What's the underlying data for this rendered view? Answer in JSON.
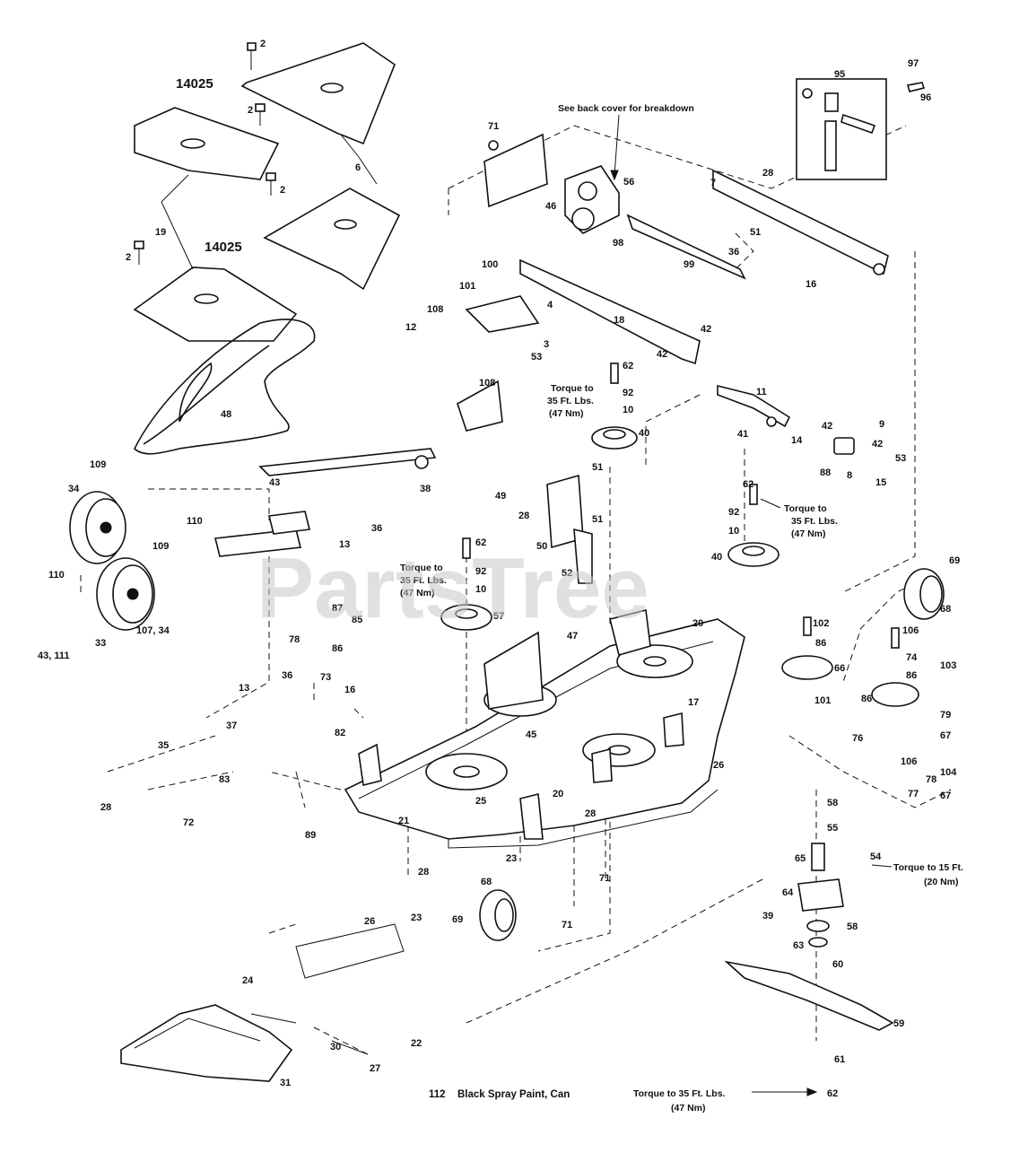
{
  "watermark": "PartsTree",
  "part_labels": {
    "p2a": "2",
    "p2b": "2",
    "p2c": "2",
    "p2d": "2",
    "p14025": "14025",
    "p14026": "14025",
    "p6": "6",
    "p19": "19",
    "p48": "48",
    "p71a": "71",
    "p46": "46",
    "p56": "56",
    "p98a": "98",
    "p99": "99",
    "p95": "95",
    "p97": "97",
    "p96": "96",
    "p7": "7",
    "p28a": "28",
    "p51a": "51",
    "p36a": "36",
    "p16a": "16",
    "p100": "100",
    "p101a": "101",
    "p108a": "108",
    "p4": "4",
    "p12": "12",
    "p3": "3",
    "p53a": "53",
    "p18": "18",
    "p42a": "42",
    "p42b": "42",
    "p109top": "108",
    "p62a": "62",
    "p92a": "92",
    "p10a": "10",
    "p40a": "40",
    "p11": "11",
    "p41": "41",
    "p14": "14",
    "p42c": "42",
    "p9": "9",
    "p8": "8",
    "p88": "88",
    "p42d": "42",
    "p53b": "53",
    "p15": "15",
    "p109a": "109",
    "p34a": "34",
    "p43": "43",
    "p38": "38",
    "p110a": "110",
    "p110b": "110",
    "p36b": "36",
    "p13a": "13",
    "p109b": "109",
    "p43b": "43, 111",
    "p33": "33",
    "p107": "107, 34",
    "p49": "49",
    "p28b": "28",
    "p51b": "51",
    "p51c": "51",
    "p50": "50",
    "p52": "52",
    "p62b": "62",
    "p92b": "92",
    "p10b": "10",
    "p57": "57",
    "p62c": "62",
    "p92c": "92",
    "p10c": "10",
    "p40b": "40",
    "p87": "87",
    "p85": "85",
    "p78": "78",
    "p86a": "86",
    "p73": "73",
    "p47": "47",
    "p20a": "20",
    "p68a": "68",
    "p69a": "69",
    "p102": "102",
    "p86b": "86",
    "p66": "66",
    "p101b": "101",
    "p106a": "106",
    "p74": "74",
    "p86c": "86",
    "p103": "103",
    "p86d": "86",
    "p79": "79",
    "p67a": "67",
    "p76": "76",
    "p106b": "106",
    "p78b": "78",
    "p104": "104",
    "p77": "77",
    "p67b": "67",
    "p36c": "36",
    "p16b": "16",
    "p13b": "13",
    "p37": "37",
    "p82": "82",
    "p35": "35",
    "p83": "83",
    "p28c": "28",
    "p72": "72",
    "p89": "89",
    "p17": "17",
    "p45": "45",
    "p26a": "26",
    "p25": "25",
    "p20b": "20",
    "p21": "21",
    "p28d": "28",
    "p28e": "28",
    "p23a": "23",
    "p71b": "71",
    "p58a": "58",
    "p55": "55",
    "p65": "65",
    "p54": "54",
    "p64": "64",
    "p39": "39",
    "p58b": "58",
    "p63": "63",
    "p60": "60",
    "p59": "59",
    "p61": "61",
    "p62d": "62",
    "p68b": "68",
    "p69b": "69",
    "p71c": "71",
    "p26b": "26",
    "p23b": "23",
    "p24": "24",
    "p30": "30",
    "p27": "27",
    "p22": "22",
    "p31": "31"
  },
  "notes": {
    "back_cover": "See back cover for breakdown",
    "torque_35_a": "Torque to\n35 Ft. Lbs.\n(47 Nm)",
    "torque_35_b": "Torque to\n35 Ft. Lbs.\n(47 Nm)",
    "torque_35_c": "Torque to\n35 Ft. Lbs.\n(47 Nm)",
    "torque_15": "Torque to 15 Ft.\n(20 Nm)",
    "torque_35_bottom": "Torque to 35 Ft. Lbs.\n(47 Nm)"
  },
  "footer": {
    "item_number": "112",
    "item_desc": "Black Spray Paint, Can"
  },
  "colors": {
    "line": "#111111",
    "watermark": "#c8c8c8"
  }
}
